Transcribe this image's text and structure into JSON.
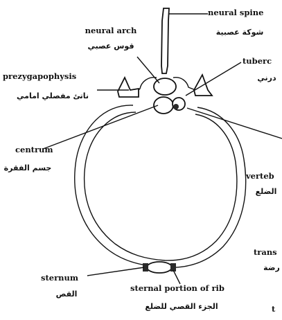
{
  "labels": {
    "neural_spine": {
      "en": "neural spine",
      "ar": "شوكة عصبية"
    },
    "neural_arch": {
      "en": "neural arch",
      "ar": "قوس عصبي"
    },
    "tubercle": {
      "en": "tuberc",
      "ar": "درني"
    },
    "prezygapophysis": {
      "en": "prezygapophysis",
      "ar": "ناتئ مفصلي امامي"
    },
    "centrum": {
      "en": "centrum",
      "ar": "جسم الفقرة"
    },
    "vertebral_rib": {
      "en": "verteb",
      "ar": "الضلع"
    },
    "transverse": {
      "en": "trans",
      "ar": "رضة"
    },
    "sternum": {
      "en": "sternum",
      "ar": "القص"
    },
    "sternal_portion": {
      "en": "sternal portion of rib",
      "ar": "الجزء القصي للضلع"
    },
    "edge_fragment": {
      "en": "t"
    }
  },
  "colors": {
    "ink": "#111111",
    "background": "#ffffff"
  }
}
